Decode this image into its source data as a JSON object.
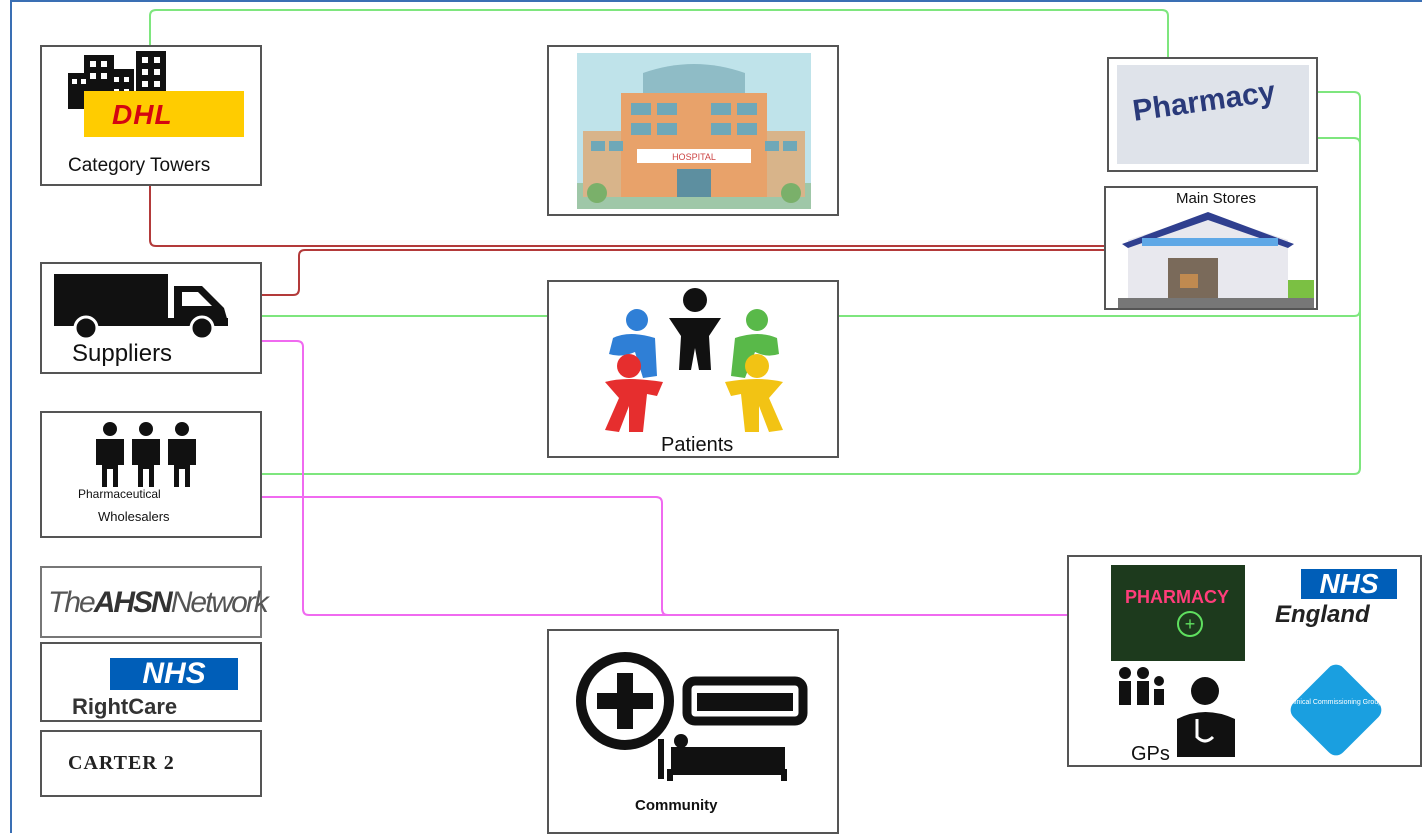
{
  "nodes": {
    "category_towers": {
      "label": "Category Towers",
      "logo": "DHL"
    },
    "suppliers": {
      "label": "Suppliers"
    },
    "wholesalers": {
      "label_line1": "Pharmaceutical",
      "label_line2": "Wholesalers"
    },
    "ahsn": {
      "prefix": "The",
      "bold": "AHSN",
      "suffix": "Network"
    },
    "rightcare": {
      "tag": "NHS",
      "label": "RightCare"
    },
    "carter": {
      "label": "CARTER 2"
    },
    "hospital": {
      "sign": "HOSPITAL"
    },
    "patients": {
      "label": "Patients"
    },
    "community": {
      "label": "Community"
    },
    "pharmacy": {
      "label": "Pharmacy"
    },
    "main_stores": {
      "label": "Main Stores"
    },
    "primary_care": {
      "pharmacy_sign": "PHARMACY",
      "nhs_tag": "NHS",
      "nhs_england": "England",
      "ccg": "Clinical Commissioning Groups",
      "gps": "GPs"
    }
  },
  "colors": {
    "green_link": "#7ee67e",
    "red_link": "#b33a3a",
    "magenta_link": "#f06af0",
    "nhs_blue": "#005eb8",
    "dhl_yellow": "#ffcc00",
    "dhl_red": "#d40511"
  }
}
